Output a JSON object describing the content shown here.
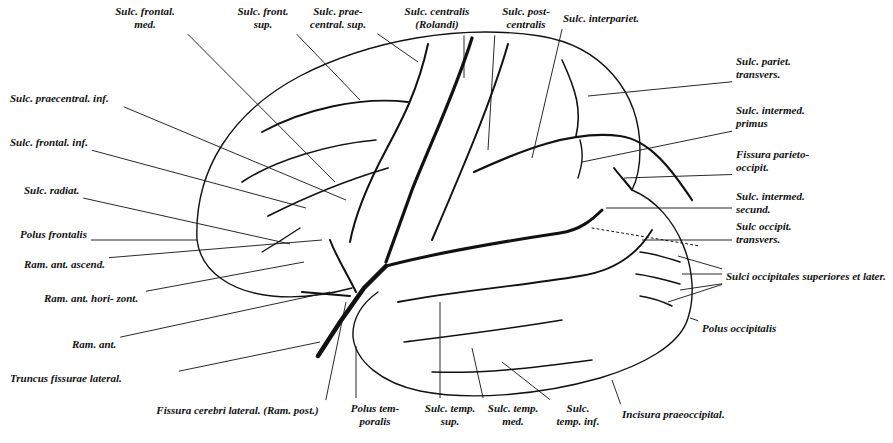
{
  "diagram": {
    "labels": [
      "Sulc. frontal. med.",
      "Sulc. front. sup.",
      "Sulc. prae- central. sup.",
      "Sulc. centralis (Rolandi)",
      "Sulc. post- centralis",
      "Sulc. interpariet.",
      "Sulc. pariet. transvers.",
      "Sulc. intermed. primus",
      "Fissura parieto- occipit.",
      "Sulc. intermed. secund.",
      "Sulc occipit. transvers.",
      "Sulci occipitales superiores et later.",
      "Polus occipitalis",
      "Incisura praeoccipital.",
      "Sulc. temp. inf.",
      "Sulc. temp. med.",
      "Sulc. temp. sup.",
      "Polus tem- poralis",
      "Fissura cerebri lateral. (Ram. post.)",
      "Truncus fissurae lateral.",
      "Ram. ant.",
      "Ram. ant. hori- zont.",
      "Ram. ant. ascend.",
      "Polus frontalis",
      "Sulc. radiat.",
      "Sulc. frontal. inf.",
      "Sulc. praecentral. inf."
    ]
  }
}
